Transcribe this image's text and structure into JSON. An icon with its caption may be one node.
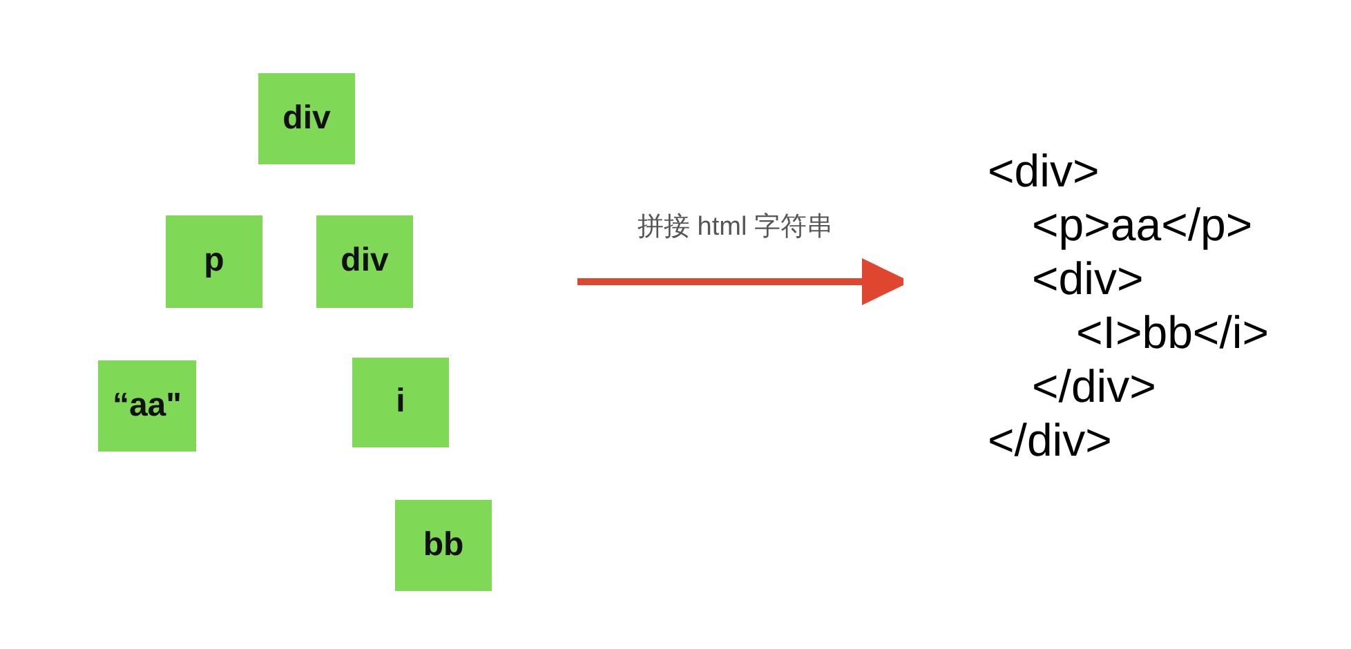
{
  "diagram": {
    "nodes": [
      {
        "text": [
          "div"
        ]
      },
      {
        "text": [
          "p"
        ]
      },
      {
        "text": [
          "div"
        ]
      },
      {
        "text": [
          "“aa\""
        ]
      },
      {
        "text": [
          "i"
        ]
      },
      {
        "text": [
          "bb"
        ]
      },
      {
        "text": [
          "<div>",
          "<p>aa</p>",
          "<div>",
          "<I>bb</i>",
          "</div>",
          "</div>"
        ]
      }
    ],
    "edges": [
      {
        "from": null,
        "to": 6,
        "arrow": "to",
        "label": "拼接 html 字符串"
      }
    ]
  }
}
